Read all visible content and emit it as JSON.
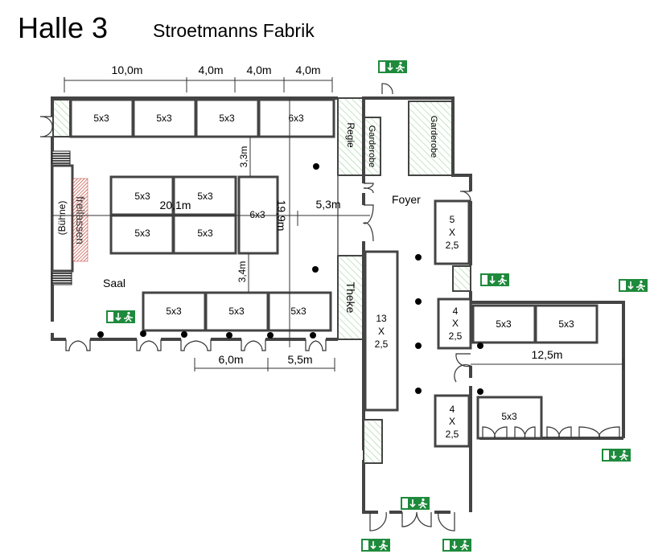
{
  "header": {
    "title": "Halle 3",
    "subtitle": "Stroetmanns Fabrik"
  },
  "rooms": {
    "saal": "Saal",
    "foyer": "Foyer",
    "regie": "Regie",
    "garderobe_small": "Garderobe",
    "garderobe_large": "Garderobe",
    "theke": "Theke",
    "buehne": "(Bühne)",
    "freilassen": "freilassen"
  },
  "dimensions": {
    "top": [
      "10,0m",
      "4,0m",
      "4,0m",
      "4,0m"
    ],
    "v_top": "3,3m",
    "v_bottom": "3,4m",
    "width_saal": "20,1m",
    "depth_saal": "19,9m",
    "foyer_gap": "5,3m",
    "bottom": [
      "6,0m",
      "5,5m"
    ],
    "extension": "12,5m"
  },
  "booths": {
    "top": [
      "5x3",
      "5x3",
      "5x3",
      "6x3"
    ],
    "middle": [
      "5x3",
      "5x3",
      "5x3",
      "5x3",
      "6x3"
    ],
    "bottom": [
      "5x3",
      "5x3",
      "5x3"
    ],
    "foyer_a": [
      "5",
      "X",
      "2,5"
    ],
    "foyer_long": [
      "13",
      "X",
      "2,5"
    ],
    "foyer_b": [
      "4",
      "X",
      "2,5"
    ],
    "foyer_c": [
      "4",
      "X",
      "2,5"
    ],
    "extension": [
      "5x3",
      "5x3",
      "5x3"
    ]
  },
  "colors": {
    "exit_green": "#1e8a3c",
    "hatch_green": "#9fd39f",
    "hatch_red": "#c0392b"
  }
}
